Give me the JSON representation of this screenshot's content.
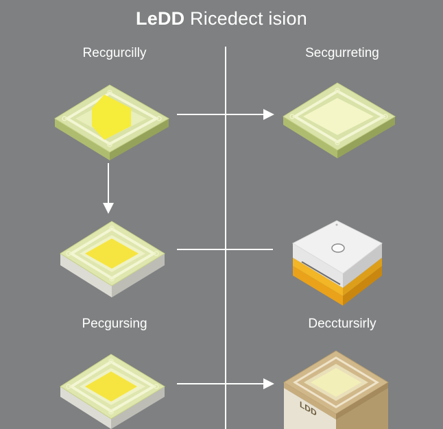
{
  "title": {
    "bold": "LeDD",
    "rest": " Ricedect ision"
  },
  "labels": {
    "top_left": "Recgurcilly",
    "top_right": "Secgurreting",
    "bottom_left": "Pecgursing",
    "bottom_right": "Decctursirly"
  },
  "chip_marking": "LDD",
  "colors": {
    "background": "#7f8081",
    "chip_frame": "#d9e2a8",
    "chip_side": "#b5c27a",
    "chip_yellow": "#f6ec3a",
    "chip_pale": "#f4f6c8",
    "line": "#ffffff",
    "housing_white": "#ececec",
    "housing_gold": "#f2b626",
    "ceramic_tan": "#d1b88a"
  }
}
